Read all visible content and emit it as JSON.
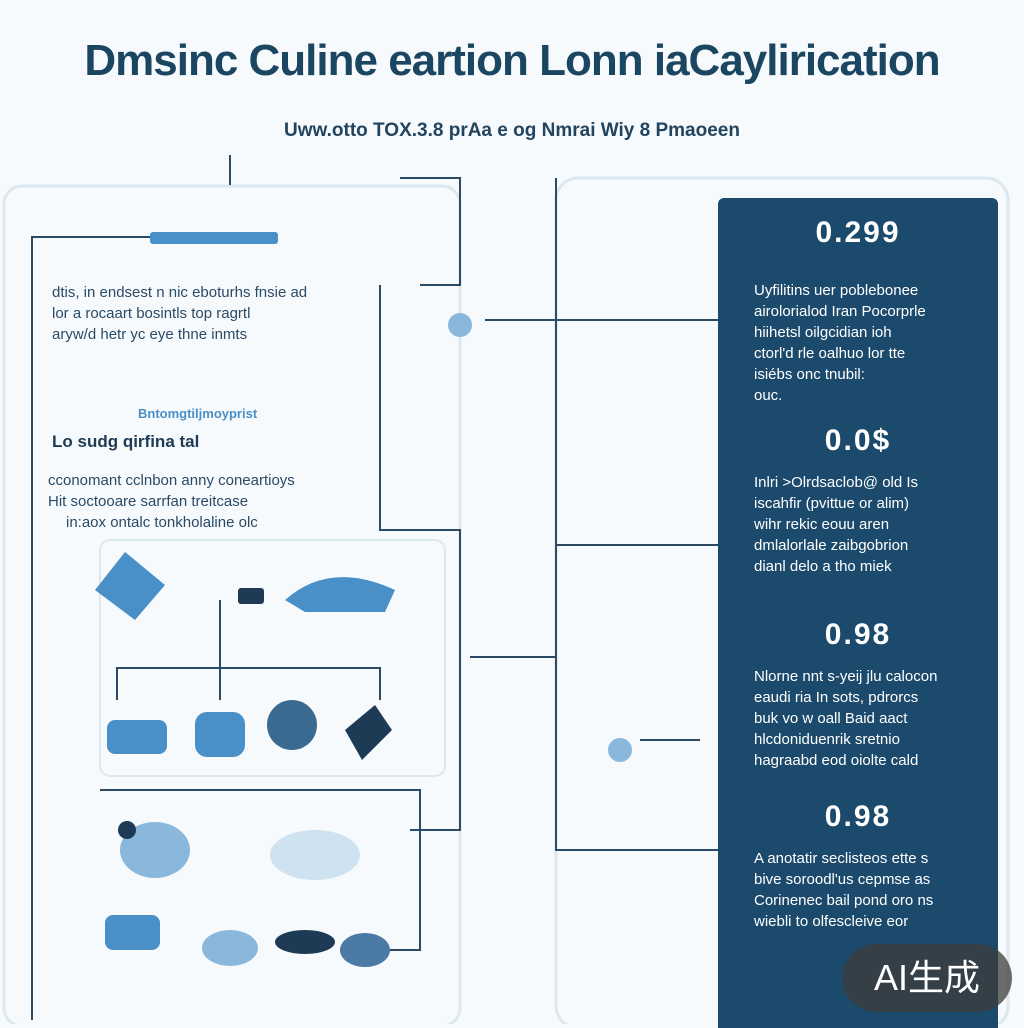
{
  "header": {
    "title": "Dmsinc Culine eartion Lonn iaCaylirication",
    "subtitle": "Uww.otto TOX.3.8 prAa e og Nmrai Wiy 8 Pmaoeen"
  },
  "left_panel": {
    "intro": [
      "dtis, in endsest n nic eboturhs fnsie ad",
      "lor a rocaart bosintls top ragrtl",
      "aryw/d hetr yc eye thne inmts"
    ],
    "section_label": "Bntomgtiljmoyprist",
    "section_heading": "Lo sudg qirfina tal",
    "body": [
      "cconomant cclnbon anny coneartioys",
      "Hit soctooare sarrfan treitcase",
      "in:aox ontalc tonkholaline olc"
    ]
  },
  "right_panel": {
    "color": "#1c4a6c",
    "blocks": [
      {
        "number": "0.299",
        "text": [
          "Uyfilitins uer poblebonee",
          "airolorialod Iran Pocorprle",
          "hiihetsl oilgcidian ioh",
          "ctorl'd rle oalhuo lor tte",
          "isiébs onc tnubil:",
          "ouc."
        ]
      },
      {
        "number": "0.0$",
        "text": [
          "Inlri >Olrdsaclob@ old Is",
          "iscahfir (pvittue or alim)",
          "wihr rekic eouu aren",
          "dmlalorlale zaibgobrion",
          "dianl delo a tho miek"
        ]
      },
      {
        "number": "0.98",
        "text": [
          "Nlorne nnt s-yeij jlu calocon",
          "eaudi ria In sots, pdrorcs",
          "buk vo w oall Baid aact",
          "hlcdoniduenrik sretnio",
          "hagraabd eod oiolte cald"
        ]
      },
      {
        "number": "0.98",
        "text": [
          "A anotatir seclisteos ette s",
          "bive soroodl'us cepmse as",
          "Corinenec bail pond oro ns",
          "wiebli to olfescleive eor"
        ]
      }
    ]
  },
  "watermark": "AI生成",
  "colors": {
    "accent": "#4a90c8",
    "line": "#2b4a66",
    "panel": "#1c4a6c"
  }
}
